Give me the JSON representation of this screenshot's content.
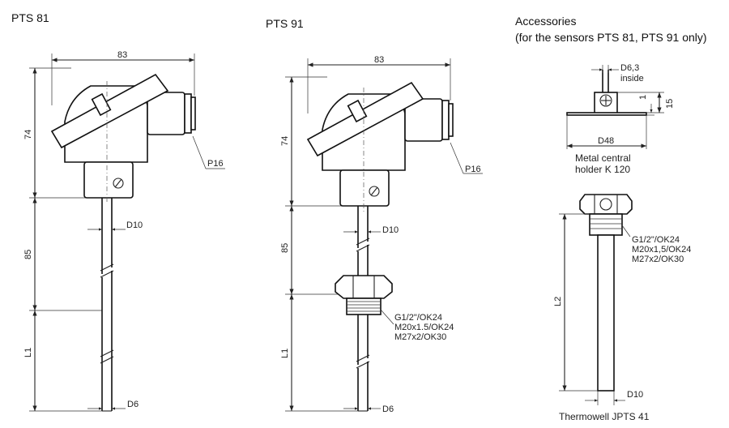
{
  "pts81": {
    "title": "PTS 81",
    "dim_width": "83",
    "dim_head": "74",
    "dim_neck": "85",
    "dim_length": "L1",
    "dim_tube": "D10",
    "dim_tip": "D6",
    "cable_gland": "P16"
  },
  "pts91": {
    "title": "PTS 91",
    "dim_width": "83",
    "dim_head": "74",
    "dim_neck": "85",
    "dim_length": "L1",
    "dim_tube": "D10",
    "dim_tip": "D6",
    "cable_gland": "P16",
    "thread_1": "G1/2\"/OK24",
    "thread_2": "M20x1.5/OK24",
    "thread_3": "M27x2/OK30"
  },
  "accessories": {
    "title_line1": "Accessories",
    "title_line2": "(for the sensors PTS 81, PTS 91 only)",
    "holder": {
      "bore": "D6,3",
      "bore_note": "inside",
      "dim_thick": "1",
      "dim_height": "15",
      "diameter": "D48",
      "caption_line1": "Metal central",
      "caption_line2": "holder K 120"
    },
    "thermowell": {
      "thread_1": "G1/2\"/OK24",
      "thread_2": "M20x1,5/OK24",
      "thread_3": "M27x2/OK30",
      "length": "L2",
      "diameter": "D10",
      "caption": "Thermowell JPTS 41"
    }
  }
}
